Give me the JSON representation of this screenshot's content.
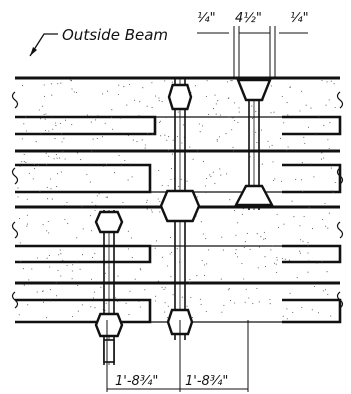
{
  "labels": {
    "outside_beam": "Outside Beam",
    "dim_left_quarter": "¼\"",
    "dim_middle": "4½\"",
    "dim_right_quarter": "¼\"",
    "dim_bottom_left": "1'-8¾\"",
    "dim_bottom_right": "1'-8¾\""
  },
  "colors": {
    "ink": "#111111",
    "paper": "#ffffff"
  }
}
